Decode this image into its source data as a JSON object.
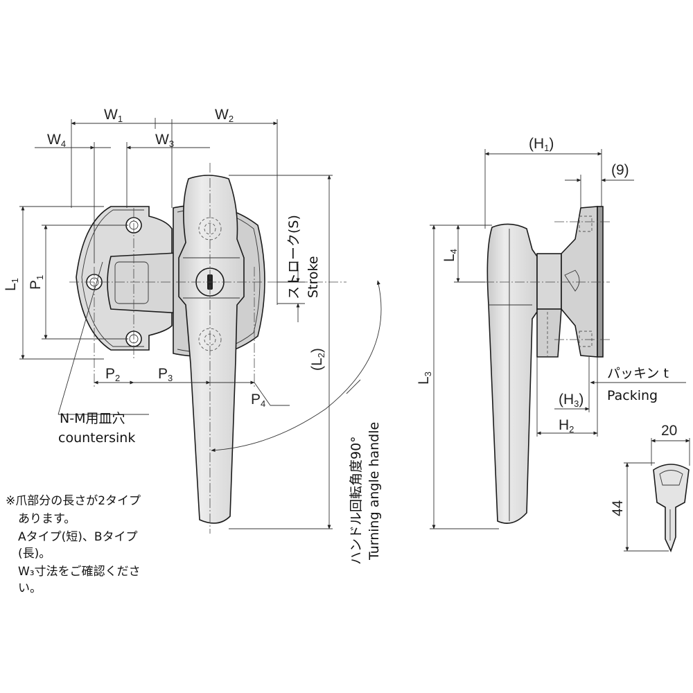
{
  "colors": {
    "line": "#1a1a1a",
    "part_fill": "#e2e2e2",
    "part_dark": "#bdbdbd",
    "text": "#222222"
  },
  "front_view": {
    "dims": {
      "w1": "W",
      "w1_sub": "1",
      "w2": "W",
      "w2_sub": "2",
      "w3": "W",
      "w3_sub": "3",
      "w4": "W",
      "w4_sub": "4",
      "l1": "L",
      "l1_sub": "1",
      "p1": "P",
      "p1_sub": "1",
      "l2_open": "(L",
      "l2_sub": "2",
      "l2_close": ")",
      "p2": "P",
      "p2_sub": "2",
      "p3": "P",
      "p3_sub": "3",
      "p4": "P",
      "p4_sub": "4"
    },
    "stroke_jp": "ストローク(S)",
    "stroke_en": "Stroke",
    "countersink_jp": "N-M用皿穴",
    "countersink_en": "countersink",
    "rotation_jp": "ハンドル回転角度90°",
    "rotation_en": "Turning angle handle"
  },
  "side_view": {
    "dims": {
      "h1_open": "(H",
      "h1_sub": "1",
      "h1_close": ")",
      "nine": "(9)",
      "l4": "L",
      "l4_sub": "4",
      "l3": "L",
      "l3_sub": "3",
      "h3_open": "(H",
      "h3_sub": "3",
      "h3_close": ")",
      "h2": "H",
      "h2_sub": "2"
    },
    "packing_jp": "パッキン t",
    "packing_en": "Packing"
  },
  "key_view": {
    "width": "20",
    "length": "44"
  },
  "note": {
    "line1": "※爪部分の長さが2タイプ",
    "line2": "あります。",
    "line3": "Aタイプ(短)、Bタイプ",
    "line4": "(長)。",
    "line5": "W₃寸法をご確認くださ",
    "line6": "い。"
  }
}
